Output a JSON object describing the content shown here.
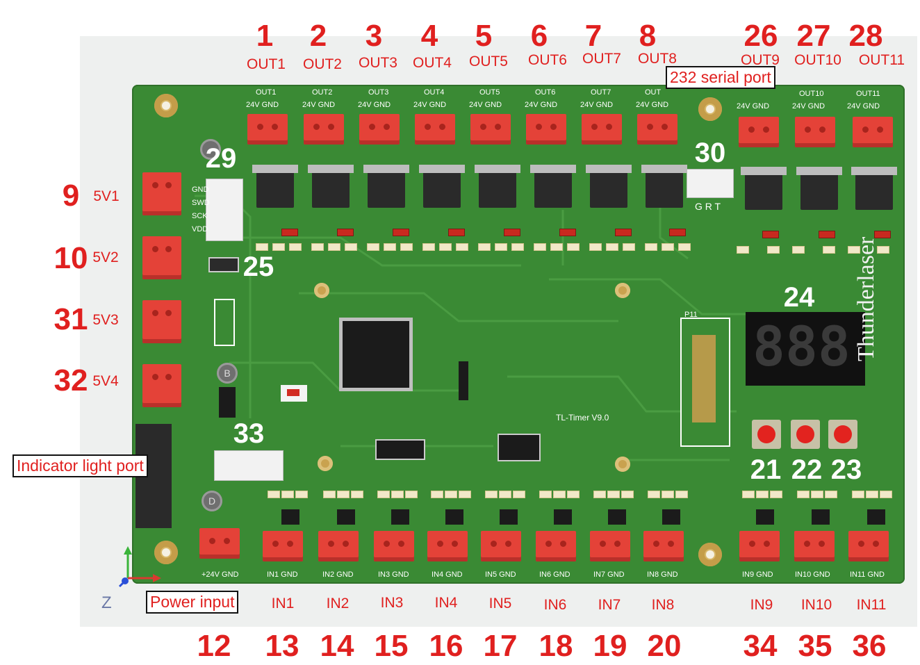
{
  "top_connectors": [
    {
      "num": "1",
      "label": "OUT1",
      "silk": "OUT1"
    },
    {
      "num": "2",
      "label": "OUT2",
      "silk": "OUT2"
    },
    {
      "num": "3",
      "label": "OUT3",
      "silk": "OUT3"
    },
    {
      "num": "4",
      "label": "OUT4",
      "silk": "OUT4"
    },
    {
      "num": "5",
      "label": "OUT5",
      "silk": "OUT5"
    },
    {
      "num": "6",
      "label": "OUT6",
      "silk": "OUT6"
    },
    {
      "num": "7",
      "label": "OUT7",
      "silk": "OUT7"
    },
    {
      "num": "8",
      "label": "OUT8",
      "silk": "OUT"
    },
    {
      "num": "26",
      "label": "OUT9",
      "silk": ""
    },
    {
      "num": "27",
      "label": "OUT10",
      "silk": "OUT10"
    },
    {
      "num": "28",
      "label": "OUT11",
      "silk": "OUT11"
    }
  ],
  "top_silk_pins": "24V GND",
  "left_connectors": [
    {
      "num": "9",
      "label": "5V1"
    },
    {
      "num": "10",
      "label": "5V2"
    },
    {
      "num": "31",
      "label": "5V3"
    },
    {
      "num": "32",
      "label": "5V4"
    }
  ],
  "bottom_connectors": [
    {
      "num": "12",
      "label": "",
      "silk": "+24V GND"
    },
    {
      "num": "13",
      "label": "IN1",
      "silk": "IN1 GND"
    },
    {
      "num": "14",
      "label": "IN2",
      "silk": "IN2 GND"
    },
    {
      "num": "15",
      "label": "IN3",
      "silk": "IN3 GND"
    },
    {
      "num": "16",
      "label": "IN4",
      "silk": "IN4 GND"
    },
    {
      "num": "17",
      "label": "IN5",
      "silk": "IN5 GND"
    },
    {
      "num": "18",
      "label": "IN6",
      "silk": "IN6 GND"
    },
    {
      "num": "19",
      "label": "IN7",
      "silk": "IN7 GND"
    },
    {
      "num": "20",
      "label": "IN8",
      "silk": "IN8 GND"
    },
    {
      "num": "34",
      "label": "IN9",
      "silk": "IN9 GND"
    },
    {
      "num": "35",
      "label": "IN10",
      "silk": "IN10 GND"
    },
    {
      "num": "36",
      "label": "IN11",
      "silk": "IN11 GND"
    }
  ],
  "board_markers": {
    "m29": "29",
    "m30": "30",
    "m25": "25",
    "m33": "33",
    "m24": "24",
    "m21": "21",
    "m22": "22",
    "m23": "23"
  },
  "callouts": {
    "serial": "232 serial port",
    "indicator": "Indicator light port",
    "power": "Power input"
  },
  "silkscreen": {
    "board_name": "TL-Timer V9.0",
    "brand": "Thunderlaser",
    "serial_pins": "G R T",
    "p11": "P11",
    "swd_pins": [
      "GND",
      "SWD",
      "SCK",
      "VDD"
    ],
    "axis_z": "Z"
  },
  "display": {
    "digits": "888"
  }
}
